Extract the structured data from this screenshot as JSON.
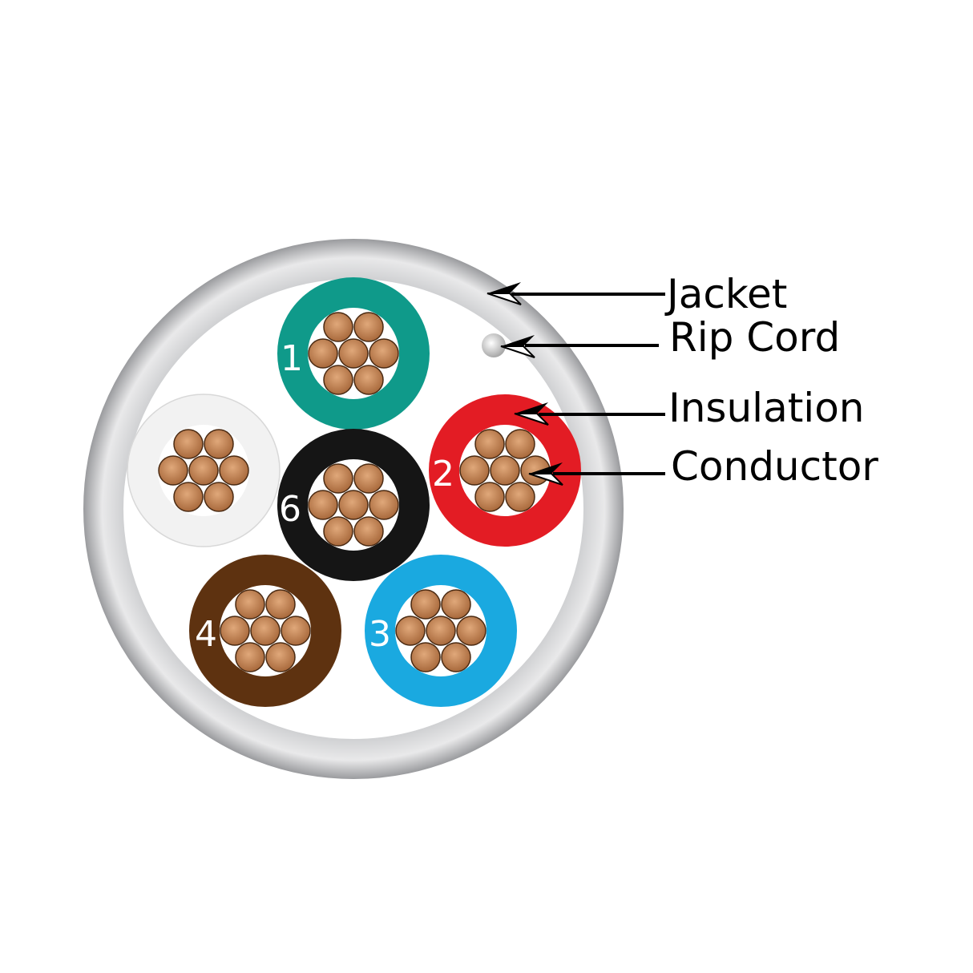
{
  "callouts": [
    {
      "label": "Jacket"
    },
    {
      "label": "Rip Cord"
    },
    {
      "label": "Insulation"
    },
    {
      "label": "Conductor"
    }
  ],
  "wires": [
    {
      "number": "1",
      "color": "#0f9a8a",
      "name": "teal"
    },
    {
      "number": "",
      "color": "#f2f2f2",
      "name": "white"
    },
    {
      "number": "6",
      "color": "#151515",
      "name": "black"
    },
    {
      "number": "2",
      "color": "#e31c24",
      "name": "red"
    },
    {
      "number": "4",
      "color": "#5e3210",
      "name": "brown"
    },
    {
      "number": "3",
      "color": "#1aa9e0",
      "name": "blue"
    }
  ],
  "colors": {
    "jacket": "#b8b9bb",
    "conductor": "#c9895a",
    "rip_cord": "#e6e6e6"
  }
}
